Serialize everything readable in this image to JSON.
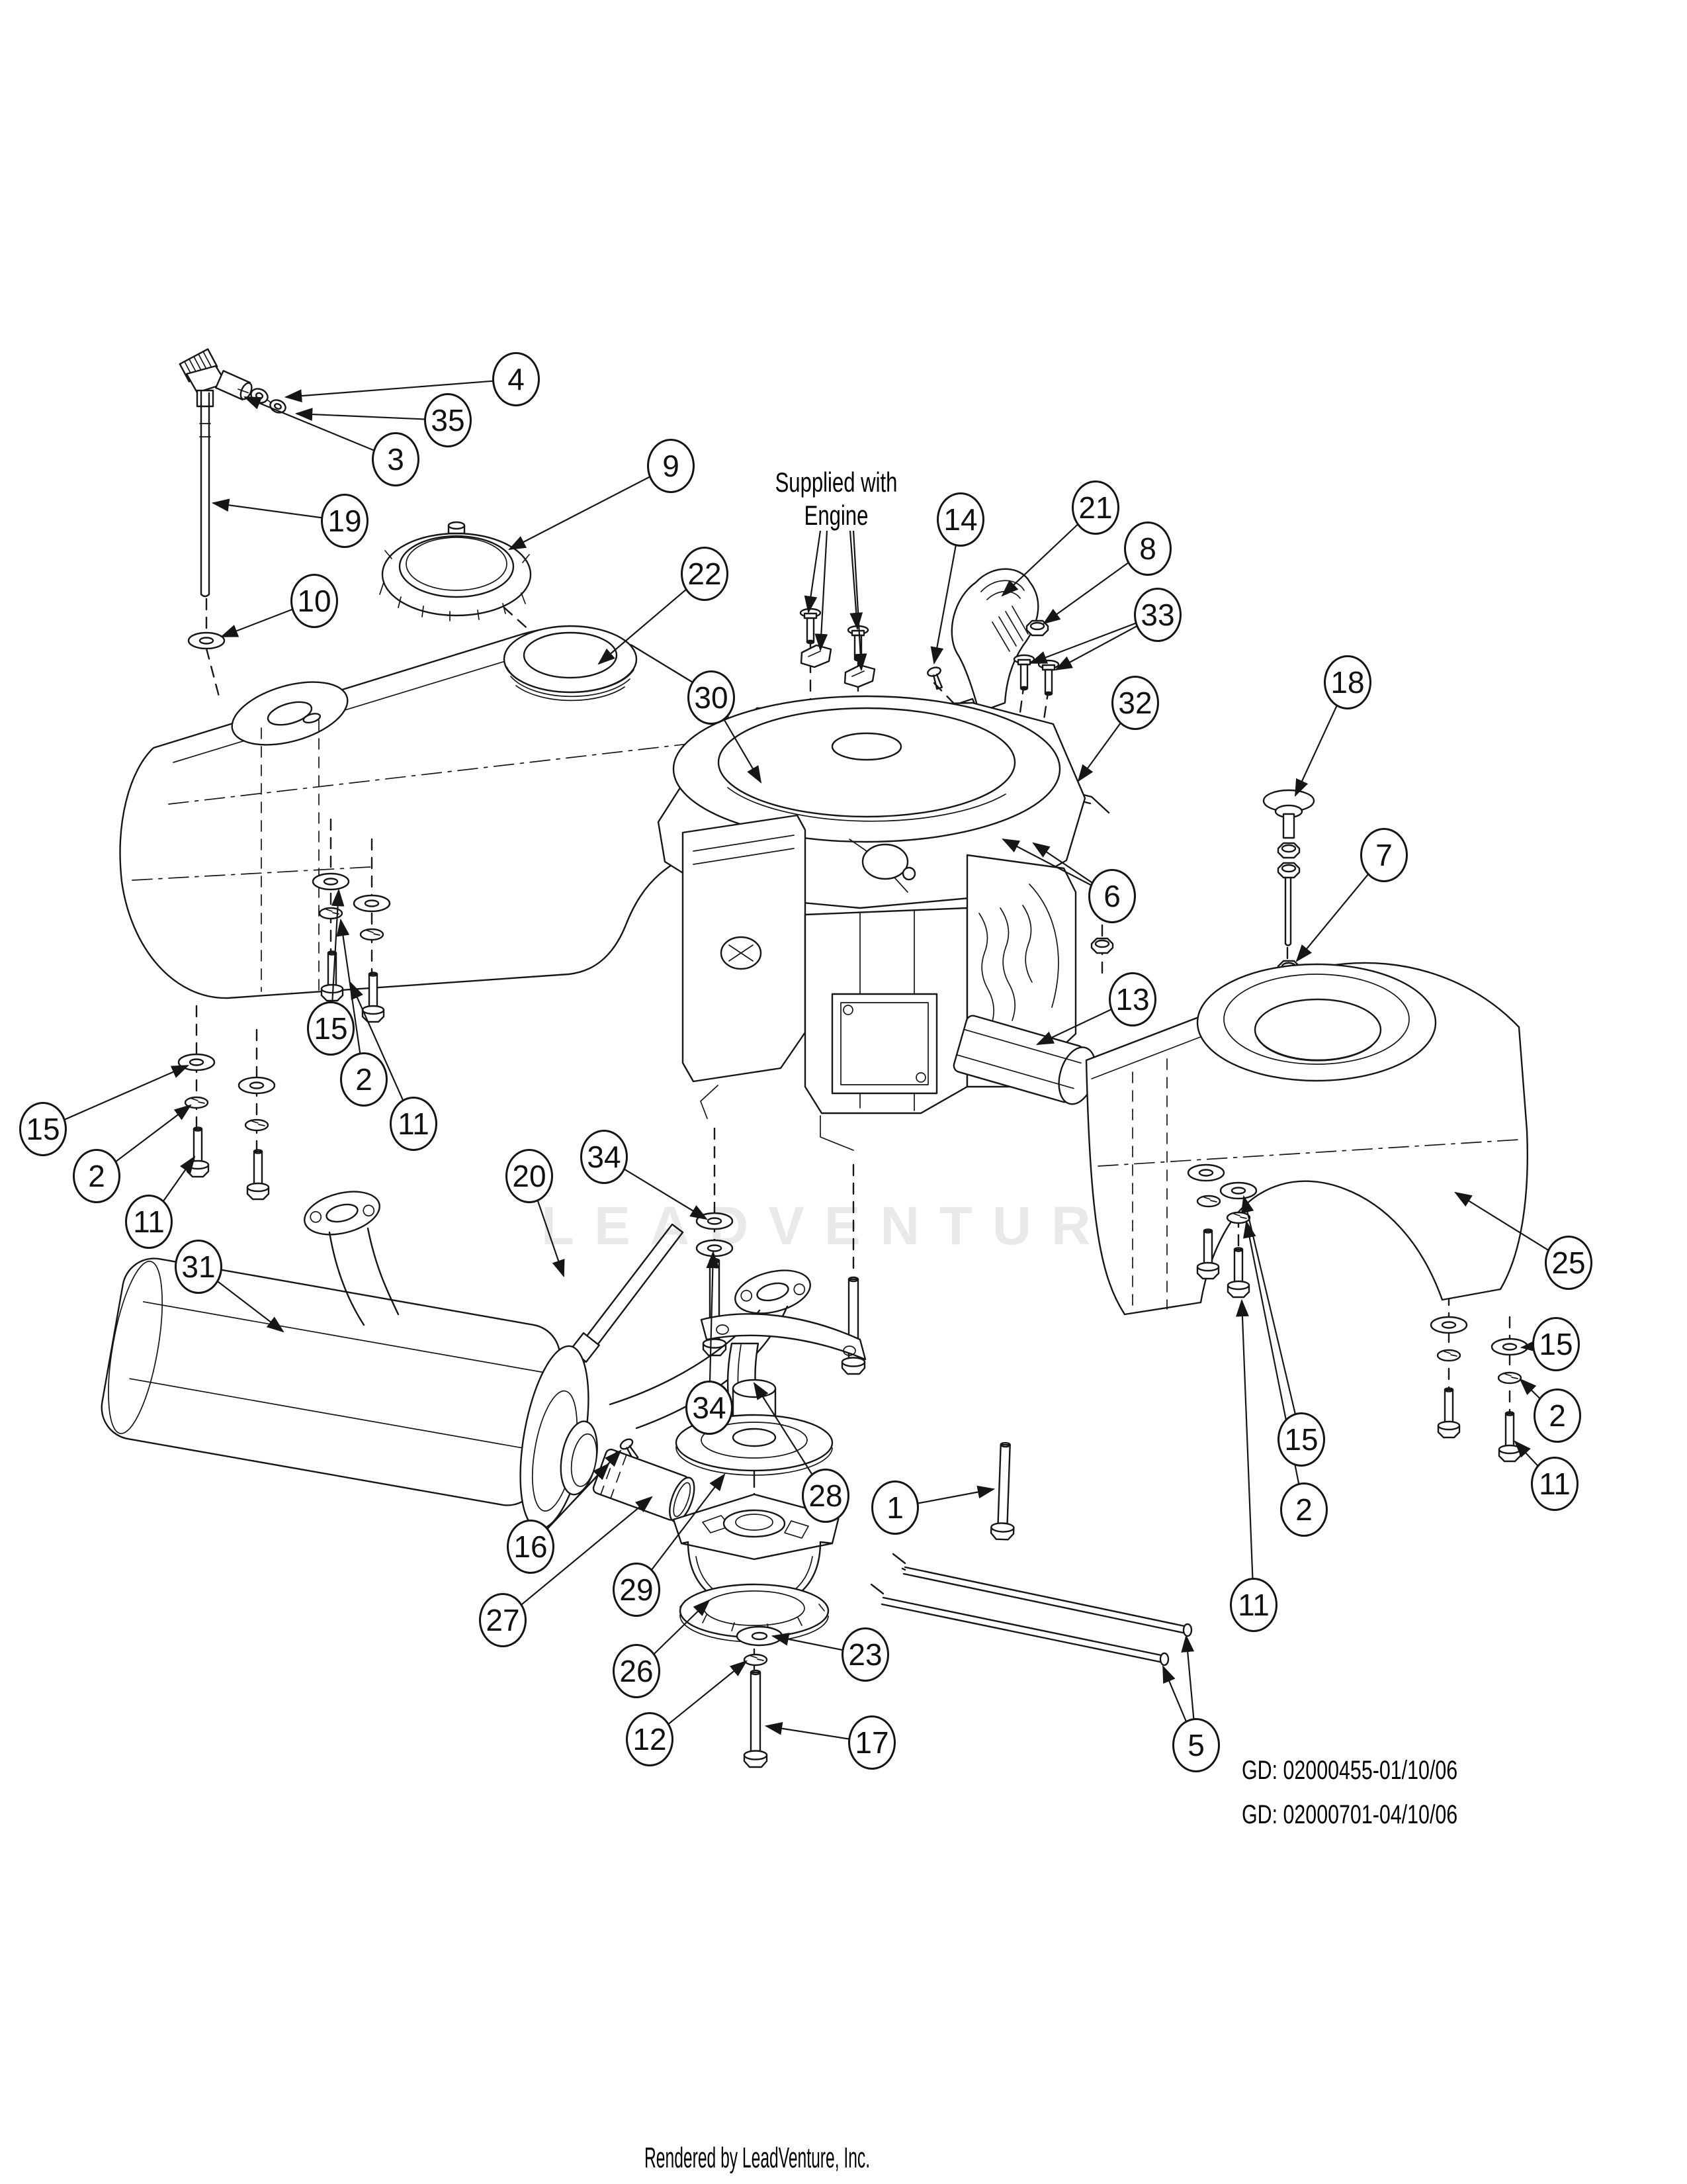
{
  "diagram": {
    "watermark": "LEADVENTURE",
    "note": {
      "line1": "Supplied with",
      "line2": "Engine"
    },
    "doc_codes": {
      "line1": "GD: 02000455-01/10/06",
      "line2": "GD: 02000701-04/10/06"
    },
    "footer": "Rendered by LeadVenture, Inc.",
    "colors": {
      "line": "#161616",
      "watermark": "#e9e9e9",
      "background": "#ffffff"
    }
  },
  "callouts": [
    {
      "label": "4"
    },
    {
      "label": "35"
    },
    {
      "label": "3"
    },
    {
      "label": "19"
    },
    {
      "label": "9"
    },
    {
      "label": "10"
    },
    {
      "label": "22"
    },
    {
      "label": "30"
    },
    {
      "label": "14"
    },
    {
      "label": "21"
    },
    {
      "label": "8"
    },
    {
      "label": "33"
    },
    {
      "label": "32"
    },
    {
      "label": "18"
    },
    {
      "label": "7"
    },
    {
      "label": "6"
    },
    {
      "label": "13"
    },
    {
      "label": "15"
    },
    {
      "label": "2"
    },
    {
      "label": "11"
    },
    {
      "label": "15"
    },
    {
      "label": "2"
    },
    {
      "label": "11"
    },
    {
      "label": "20"
    },
    {
      "label": "34"
    },
    {
      "label": "31"
    },
    {
      "label": "34"
    },
    {
      "label": "25"
    },
    {
      "label": "15"
    },
    {
      "label": "2"
    },
    {
      "label": "11"
    },
    {
      "label": "15"
    },
    {
      "label": "2"
    },
    {
      "label": "11"
    },
    {
      "label": "16"
    },
    {
      "label": "27"
    },
    {
      "label": "29"
    },
    {
      "label": "26"
    },
    {
      "label": "28"
    },
    {
      "label": "1"
    },
    {
      "label": "23"
    },
    {
      "label": "12"
    },
    {
      "label": "17"
    },
    {
      "label": "5"
    }
  ]
}
